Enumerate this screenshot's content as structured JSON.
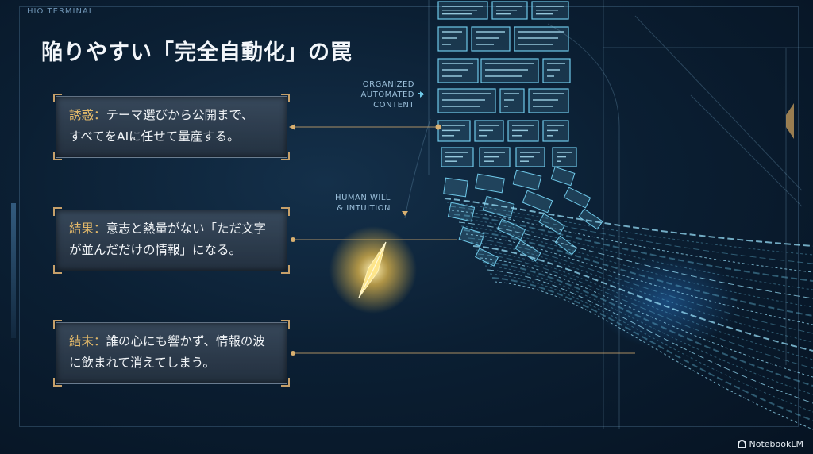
{
  "header": {
    "brand": "HIO TERMINAL",
    "title": "陥りやすい「完全自動化」の罠"
  },
  "cards": [
    {
      "label": "誘惑：",
      "line1": "テーマ選びから公開まで、",
      "line2": "すべてをAIに任せて量産する。"
    },
    {
      "label": "結果：",
      "line1": "意志と熱量がない「ただ文字",
      "line2": "が並んだだけの情報」になる。"
    },
    {
      "label": "結末：",
      "line1": "誰の心にも響かず、情報の波",
      "line2": "に飲まれて消えてしまう。"
    }
  ],
  "illustration": {
    "top_label": [
      "ORGANIZED",
      "AUTOMATED",
      "CONTENT"
    ],
    "mid_label": [
      "HUMAN WILL",
      "& INTUITION"
    ]
  },
  "footer": {
    "logo_text": "NotebookLM"
  },
  "colors": {
    "accent_gold": "#e3b96a",
    "cyan": "#6fc8e8",
    "background": "#0b1f33"
  }
}
